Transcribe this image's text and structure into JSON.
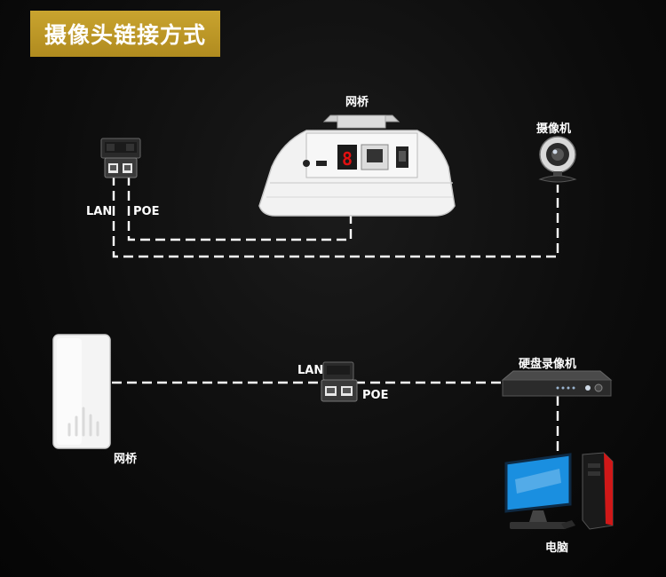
{
  "title": "摄像头链接方式",
  "top": {
    "bridge_label": "网桥",
    "camera_label": "摄像机",
    "lan_label": "LAN",
    "poe_label": "POE",
    "display_digit": "8"
  },
  "bottom": {
    "bridge_label": "网桥",
    "nvr_label": "硬盘录像机",
    "pc_label": "电脑",
    "lan_label": "LAN",
    "poe_label": "POE"
  },
  "colors": {
    "title_bg": "#b8922a",
    "line": "#ffffff",
    "display_red": "#e01010",
    "pc_red": "#d01818",
    "screen_blue": "#1a8fe0"
  }
}
